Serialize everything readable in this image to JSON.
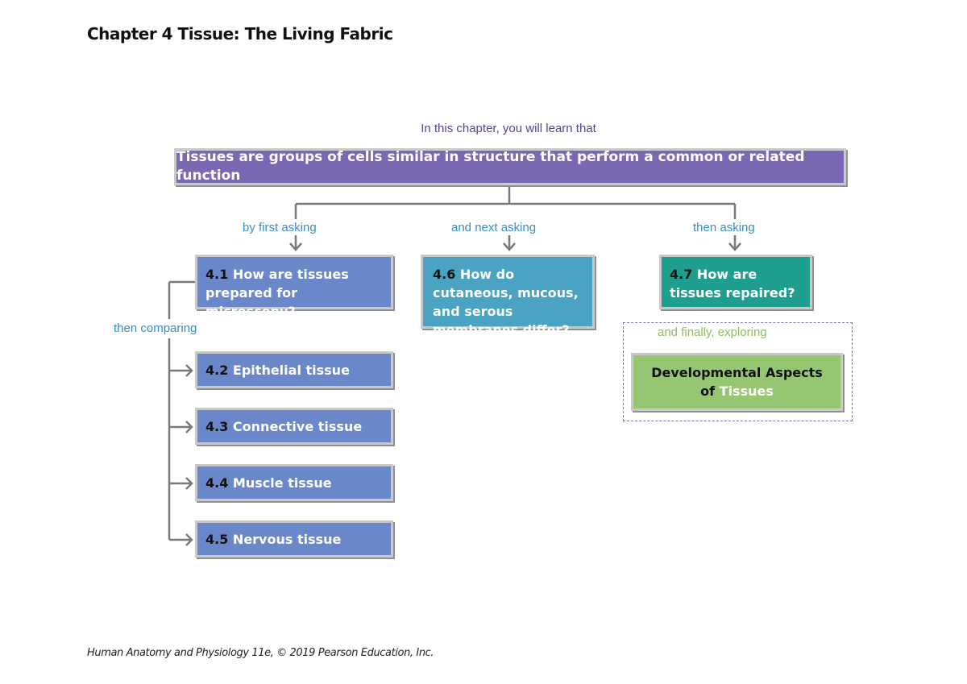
{
  "header": {
    "title": "Chapter 4 Tissue: The Living Fabric"
  },
  "intro": "In this chapter, you will learn that",
  "main_box": "Tissues are groups of cells similar in structure that perform a common or related function",
  "labels": {
    "first": "by first asking",
    "next": "and next asking",
    "then": "then asking",
    "comparing": "then comparing",
    "finally": "and finally, exploring"
  },
  "boxes": {
    "b41": {
      "num": "4.1",
      "text": "How are tissues prepared for microscopy?"
    },
    "b46": {
      "num": "4.6",
      "text": "How do cutaneous, mucous, and serous membranes differ?"
    },
    "b47": {
      "num": "4.7",
      "text": "How are tissues repaired?"
    },
    "b42": {
      "num": "4.2",
      "text": "Epithelial tissue"
    },
    "b43": {
      "num": "4.3",
      "text": "Connective tissue"
    },
    "b44": {
      "num": "4.4",
      "text": "Muscle tissue"
    },
    "b45": {
      "num": "4.5",
      "text": "Nervous tissue"
    }
  },
  "dev_box": {
    "line1": "Developmental Aspects",
    "of": "of",
    "highlight": "Tissues"
  },
  "footer": "Human Anatomy and Physiology 11e, © 2019 Pearson Education, Inc.",
  "colors": {
    "main": "#7b68b2",
    "section_blue": "#6a88c9",
    "cyan": "#4aa3c2",
    "teal": "#1d9e8f",
    "green": "#97c673",
    "label_blue": "#3a8ec4",
    "label_green": "#8cc060",
    "dashed_border": "#7a77b8"
  }
}
